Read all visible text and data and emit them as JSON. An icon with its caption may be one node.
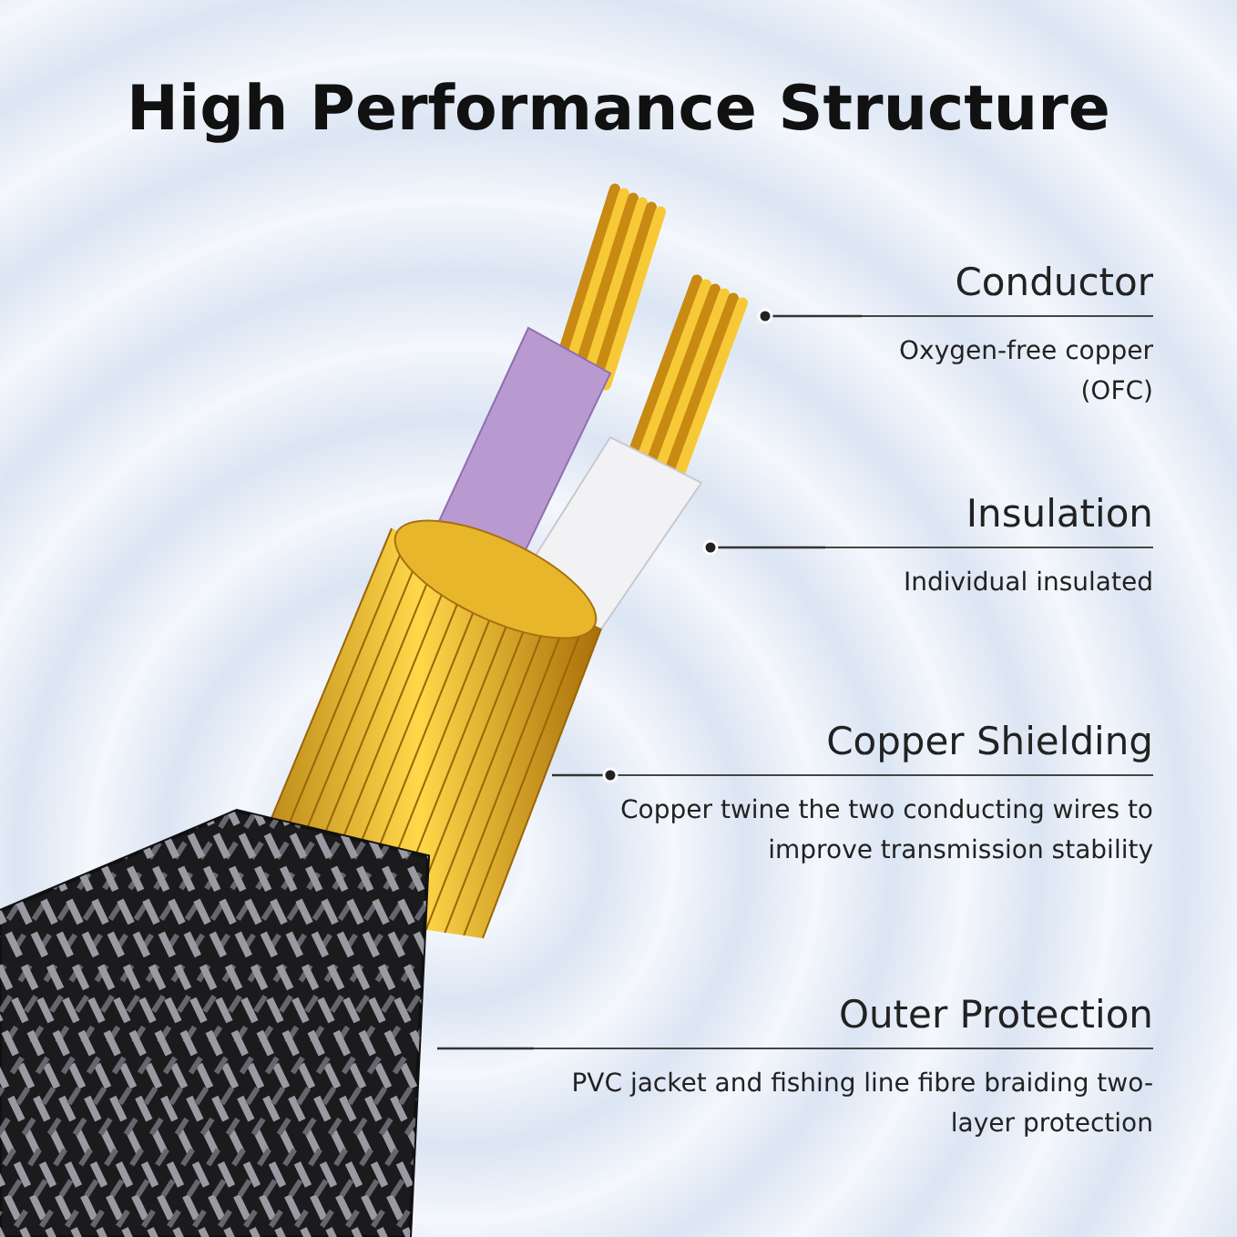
{
  "diagram": {
    "title": "High Performance Structure",
    "nodes": [
      {
        "text": [
          "Conductor",
          "Oxygen-free copper (OFC)"
        ]
      },
      {
        "text": [],
        "shape": "picture"
      },
      {
        "text": [
          "Insulation",
          "Individual insulated"
        ]
      },
      {
        "text": [],
        "shape": "picture"
      },
      {
        "text": [
          "Copper Shielding",
          "Copper twine the two conducting wires to improve transmission stability"
        ]
      },
      {
        "text": [],
        "shape": "picture"
      },
      {
        "text": [
          "Outer Protection",
          "PVC jacket and fishing line fibre braiding two-layer protection"
        ]
      },
      {
        "text": [],
        "shape": "picture"
      }
    ],
    "edges": [
      {
        "from": 0,
        "to": 1,
        "arrow": "other"
      },
      {
        "from": 2,
        "to": 3,
        "arrow": "other"
      },
      {
        "from": 4,
        "to": 5,
        "arrow": "other"
      },
      {
        "from": 6,
        "to": 7,
        "arrow": "none"
      }
    ]
  }
}
